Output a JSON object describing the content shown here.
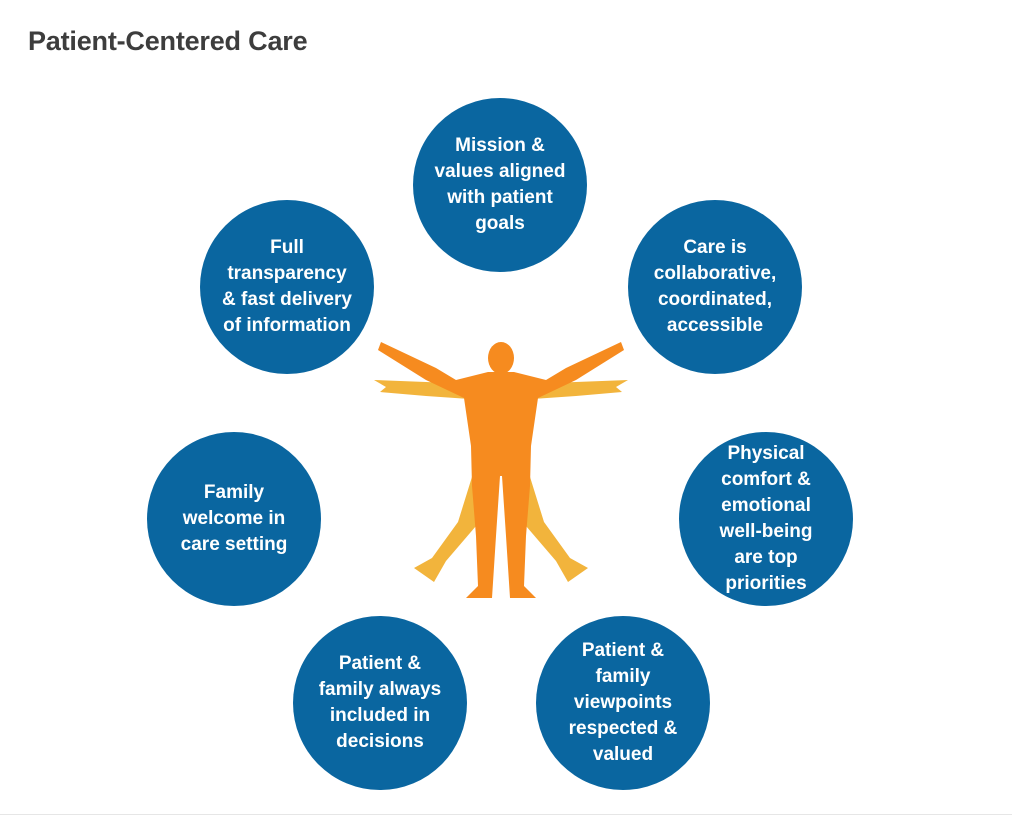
{
  "title": "Patient-Centered Care",
  "colors": {
    "circle": "#0a66a0",
    "figure_main": "#f68b1f",
    "figure_shadow": "#f2b43c",
    "title": "#3d3d3d"
  },
  "center_icon": "human-figure-icon",
  "principles": [
    {
      "lines": [
        "Mission &",
        "values aligned",
        "with patient",
        "goals"
      ]
    },
    {
      "lines": [
        "Care is",
        "collaborative,",
        "coordinated,",
        "accessible"
      ]
    },
    {
      "lines": [
        "Physical",
        "comfort &",
        "emotional",
        "well-being",
        "are top",
        "priorities"
      ]
    },
    {
      "lines": [
        "Patient &",
        "family",
        "viewpoints",
        "respected &",
        "valued"
      ]
    },
    {
      "lines": [
        "Patient &",
        "family always",
        "included in",
        "decisions"
      ]
    },
    {
      "lines": [
        "Family",
        "welcome in",
        "care setting"
      ]
    },
    {
      "lines": [
        "Full",
        "transparency",
        "& fast delivery",
        "of information"
      ]
    }
  ]
}
